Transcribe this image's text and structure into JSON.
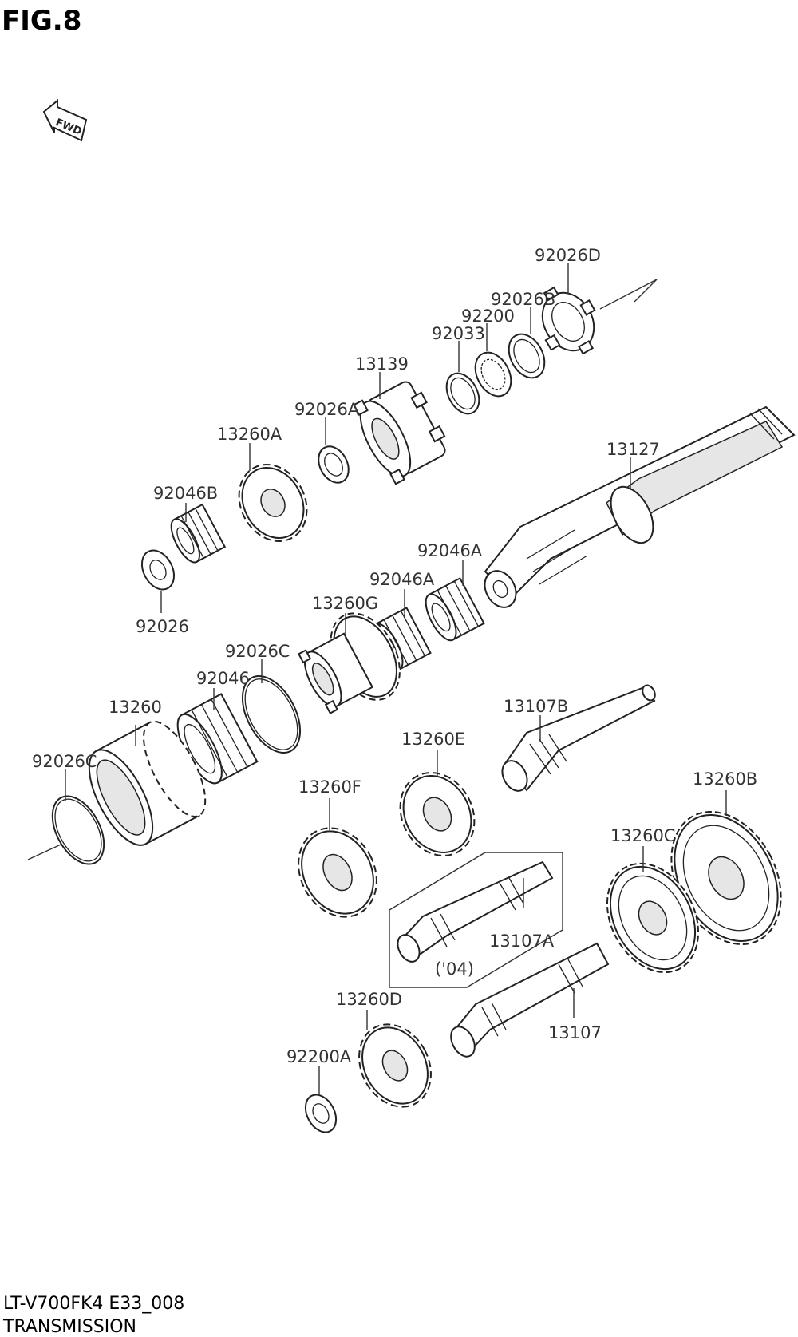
{
  "figure": {
    "title": "FIG.8",
    "fwd_label": "FWD"
  },
  "footer": {
    "model_code": "LT-V700FK4 E33_008",
    "section": "TRANSMISSION"
  },
  "inset_note": "('04)",
  "callouts": [
    {
      "id": "92026D",
      "text": "92026D"
    },
    {
      "id": "92026B",
      "text": "92026B"
    },
    {
      "id": "92200",
      "text": "92200"
    },
    {
      "id": "92033",
      "text": "92033"
    },
    {
      "id": "13139",
      "text": "13139"
    },
    {
      "id": "92026A",
      "text": "92026A"
    },
    {
      "id": "13260A",
      "text": "13260A"
    },
    {
      "id": "13127",
      "text": "13127"
    },
    {
      "id": "92046B",
      "text": "92046B"
    },
    {
      "id": "92026",
      "text": "92026"
    },
    {
      "id": "92046A-1",
      "text": "92046A"
    },
    {
      "id": "92046A-2",
      "text": "92046A"
    },
    {
      "id": "13260G",
      "text": "13260G"
    },
    {
      "id": "92026C-1",
      "text": "92026C"
    },
    {
      "id": "92046",
      "text": "92046"
    },
    {
      "id": "13260",
      "text": "13260"
    },
    {
      "id": "13107B",
      "text": "13107B"
    },
    {
      "id": "92026C-2",
      "text": "92026C"
    },
    {
      "id": "13260E",
      "text": "13260E"
    },
    {
      "id": "13260F",
      "text": "13260F"
    },
    {
      "id": "13260B",
      "text": "13260B"
    },
    {
      "id": "13260C",
      "text": "13260C"
    },
    {
      "id": "13107A",
      "text": "13107A"
    },
    {
      "id": "13260D",
      "text": "13260D"
    },
    {
      "id": "13107",
      "text": "13107"
    },
    {
      "id": "92200A",
      "text": "92200A"
    }
  ]
}
